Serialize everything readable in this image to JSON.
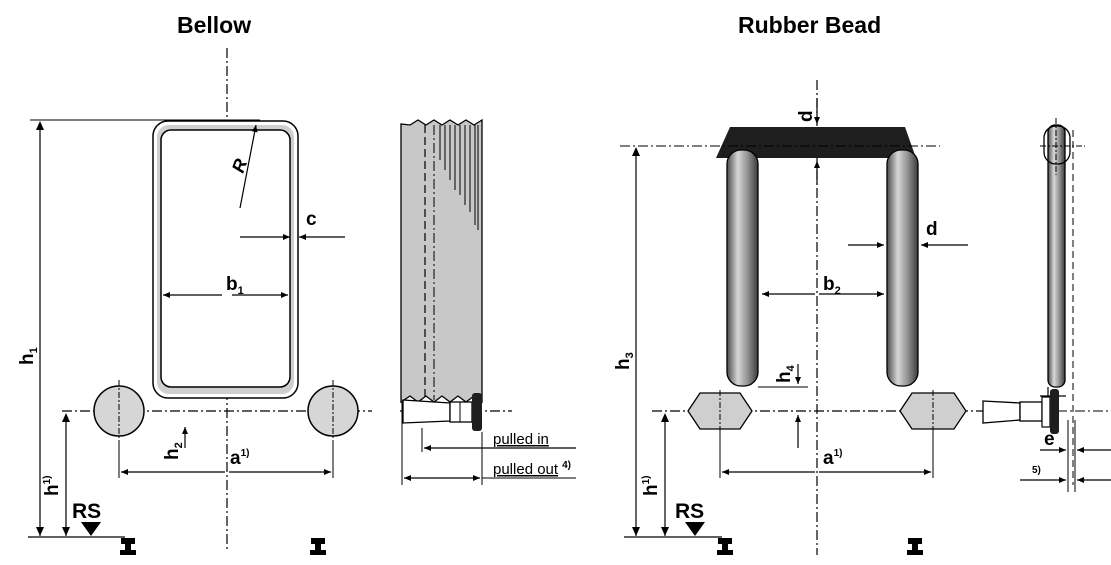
{
  "titles": {
    "bellow": "Bellow",
    "bead": "Rubber Bead"
  },
  "labels": {
    "R": "R",
    "c": "c",
    "b1": "b",
    "b1_sub": "1",
    "h1": "h",
    "h1_sub": "1",
    "h2": "h",
    "h2_sub": "2",
    "h_sup": "1)",
    "h": "h",
    "a": "a",
    "a_sup": "1)",
    "rs": "RS",
    "pulled_in": "pulled in",
    "pulled_out": "pulled out",
    "pulled_out_sup": "4)",
    "d": "d",
    "b2": "b",
    "b2_sub": "2",
    "h3": "h",
    "h3_sub": "3",
    "h4": "h",
    "h4_sub": "4",
    "e": "e",
    "note5": "5)"
  },
  "colors": {
    "fill": "#d2d2d2",
    "bellow_side": "#c8c8c8",
    "plate": "#1e1e1e",
    "line": "#000000"
  }
}
